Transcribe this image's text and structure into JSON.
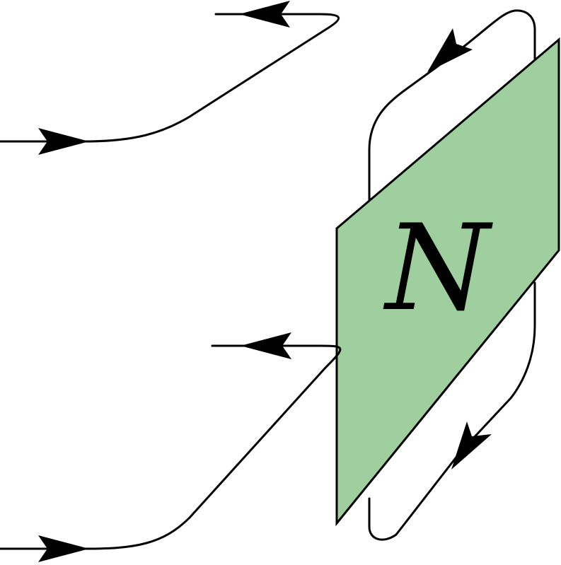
{
  "diagram": {
    "sheet_label": "N",
    "colors": {
      "sheet_fill": "#9fcf9f",
      "stroke": "#000000",
      "background": "#ffffff"
    },
    "elements": {
      "sheet": "green-parallelogram-sheet",
      "strands": [
        "upper-strand",
        "lower-strand",
        "loop-strand"
      ],
      "arrowheads": [
        "upper-strand-in-arrow",
        "upper-strand-out-arrow",
        "lower-strand-in-arrow",
        "lower-strand-out-arrow",
        "loop-top-arrow",
        "loop-bottom-arrow"
      ]
    }
  }
}
